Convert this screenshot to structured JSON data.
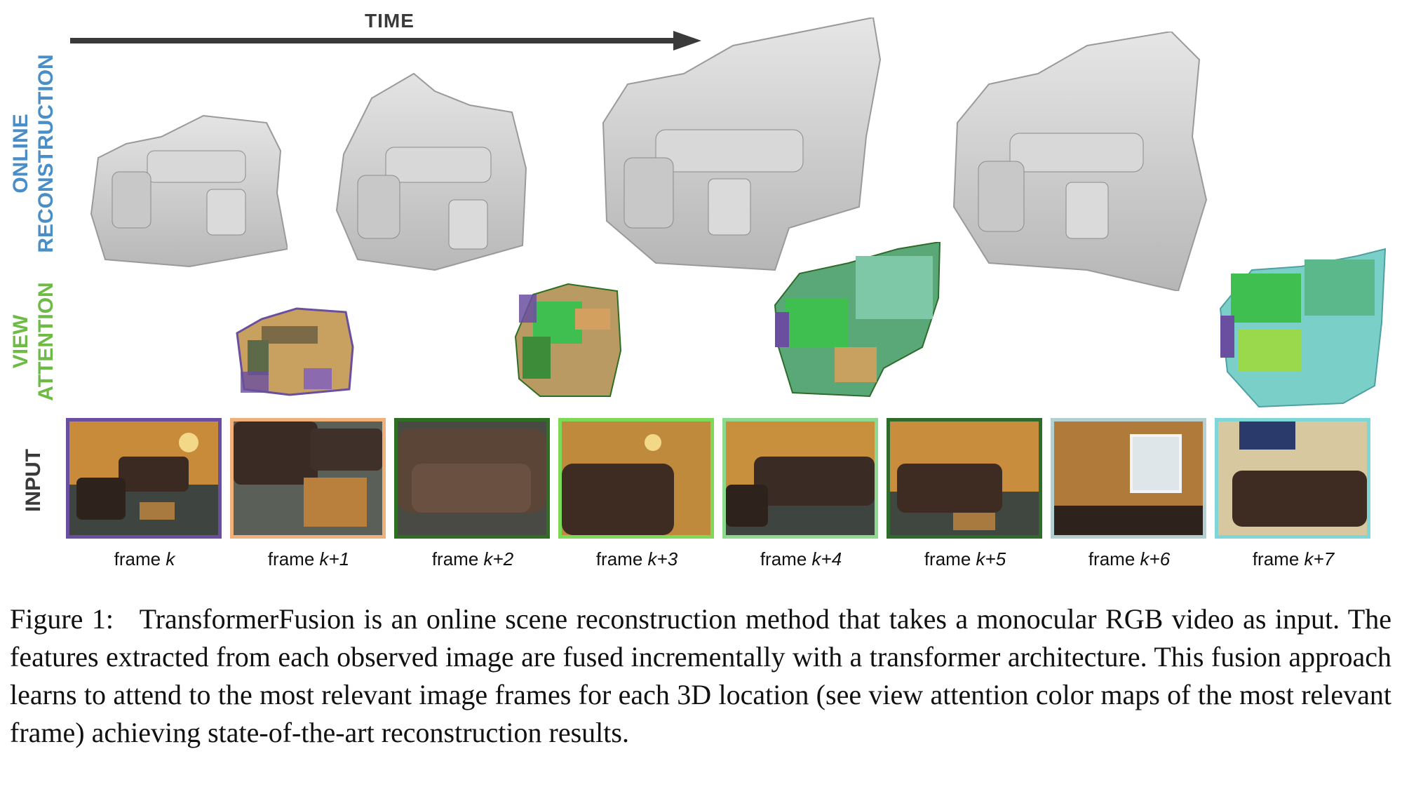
{
  "figure": {
    "time_label": "TIME",
    "row_labels": {
      "reconstruction_line1": "ONLINE",
      "reconstruction_line2": "RECONSTRUCTION",
      "attention_line1": "VIEW",
      "attention_line2": "ATTENTION",
      "input": "INPUT"
    },
    "frames": [
      {
        "prefix": "frame ",
        "var": "k",
        "color": "#6a4fa0"
      },
      {
        "prefix": "frame ",
        "var": "k+1",
        "color": "#f0b07a"
      },
      {
        "prefix": "frame ",
        "var": "k+2",
        "color": "#2e6e22"
      },
      {
        "prefix": "frame ",
        "var": "k+3",
        "color": "#7ed957"
      },
      {
        "prefix": "frame ",
        "var": "k+4",
        "color": "#8fd98f"
      },
      {
        "prefix": "frame ",
        "var": "k+5",
        "color": "#2f6b2a"
      },
      {
        "prefix": "frame ",
        "var": "k+6",
        "color": "#b4cfcf"
      },
      {
        "prefix": "frame ",
        "var": "k+7",
        "color": "#7ed6d6"
      }
    ],
    "colors": {
      "reconstruction_label": "#4a8ec8",
      "attention_label": "#6dbb45",
      "mesh_gray": "#cfcfcf",
      "arrow": "#3a3a3a"
    }
  },
  "caption": {
    "label": "Figure 1:",
    "text": "TransformerFusion is an online scene reconstruction method that takes a monocular RGB video as input. The features extracted from each observed image are fused incrementally with a transformer architecture. This fusion approach learns to attend to the most relevant image frames for each 3D location (see view attention color maps of the most relevant frame) achieving state-of-the-art reconstruction results."
  }
}
